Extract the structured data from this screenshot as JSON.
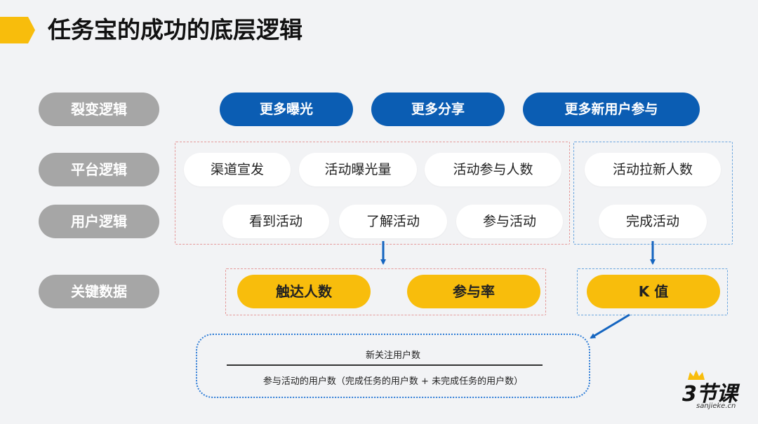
{
  "title": "任务宝的成功的底层逻辑",
  "row_labels": {
    "fission": "裂变逻辑",
    "platform": "平台逻辑",
    "user": "用户逻辑",
    "key_data": "关键数据"
  },
  "fission": [
    "更多曝光",
    "更多分享",
    "更多新用户参与"
  ],
  "platform": [
    "渠道宣发",
    "活动曝光量",
    "活动参与人数",
    "活动拉新人数"
  ],
  "user": [
    "看到活动",
    "了解活动",
    "参与活动",
    "完成活动"
  ],
  "key_data": [
    "触达人数",
    "参与率",
    "K 值"
  ],
  "formula": {
    "numerator": "新关注用户数",
    "denominator": "参与活动的用户数（完成任务的用户数 + 未完成任务的用户数）"
  },
  "logo": {
    "text": "3节课",
    "sub": "sanjieke.cn"
  },
  "colors": {
    "accent_yellow": "#f8bd0c",
    "blue": "#0b5db3",
    "gray": "#a6a6a6",
    "dashed_red": "#e59a9a",
    "dashed_blue": "#6aa5de"
  }
}
